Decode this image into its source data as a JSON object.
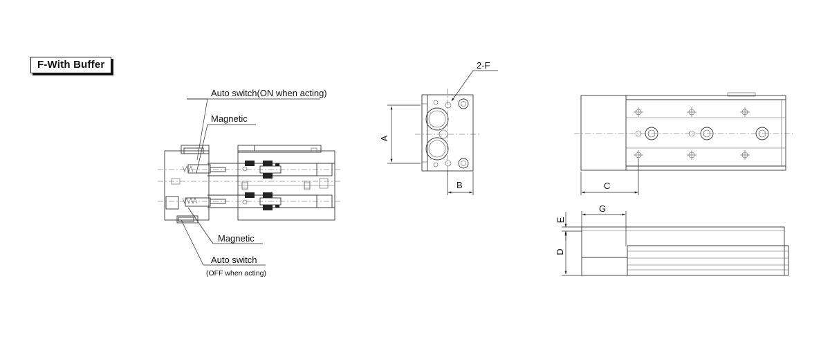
{
  "title": "F-With Buffer",
  "labels": {
    "auto_switch_on": "Auto switch(ON when acting)",
    "magnetic_top": "Magnetic",
    "magnetic_bottom": "Magnetic",
    "auto_switch_off": "Auto switch",
    "off_when_acting": "(OFF when acting)"
  },
  "dimensions": {
    "holes": "2-F",
    "a": "A",
    "b": "B",
    "c": "C",
    "d": "D",
    "e": "E",
    "g": "G"
  }
}
